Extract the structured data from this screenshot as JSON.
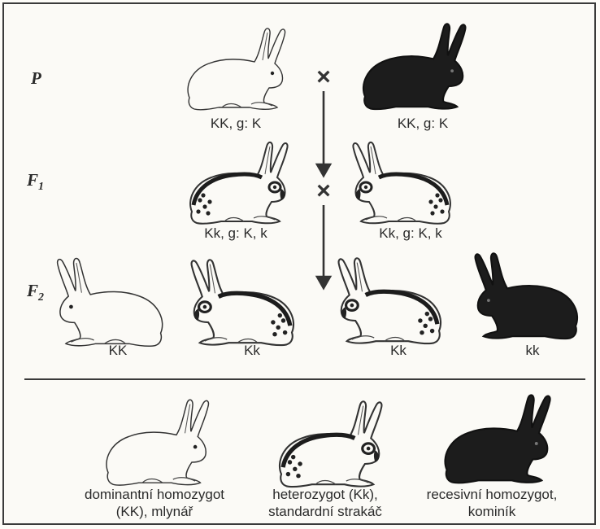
{
  "generations": {
    "p": {
      "letter": "P",
      "sub": ""
    },
    "f1": {
      "letter": "F",
      "sub": "1"
    },
    "f2": {
      "letter": "F",
      "sub": "2"
    }
  },
  "cross_symbol": "×",
  "genotypes": {
    "p_left": "KK, g: K",
    "p_right": "KK, g: K",
    "f1_left": "Kk, g: K, k",
    "f1_right": "Kk, g: K, k",
    "f2_1": "KK",
    "f2_2": "Kk",
    "f2_3": "Kk",
    "f2_4": "kk"
  },
  "legend": {
    "dominant": [
      "dominantní homozygot",
      "(KK), mlynář"
    ],
    "hetero": [
      "heterozygot (Kk),",
      "standardní strakáč"
    ],
    "recessive": [
      "recesivní homozygot,",
      "kominík"
    ]
  },
  "rabbits": [
    {
      "name": "rabbit-white-p",
      "type": "white",
      "dir": "right"
    },
    {
      "name": "rabbit-black-p",
      "type": "black",
      "dir": "right"
    },
    {
      "name": "rabbit-spotted-f1-left",
      "type": "spotted",
      "dir": "right"
    },
    {
      "name": "rabbit-spotted-f1-right",
      "type": "spotted",
      "dir": "left"
    },
    {
      "name": "rabbit-white-f2",
      "type": "white",
      "dir": "left"
    },
    {
      "name": "rabbit-spotted-f2-a",
      "type": "spotted",
      "dir": "left"
    },
    {
      "name": "rabbit-spotted-f2-b",
      "type": "spotted",
      "dir": "left"
    },
    {
      "name": "rabbit-black-f2",
      "type": "black",
      "dir": "left"
    },
    {
      "name": "rabbit-white-legend",
      "type": "white",
      "dir": "right"
    },
    {
      "name": "rabbit-spotted-legend",
      "type": "spotted",
      "dir": "right"
    },
    {
      "name": "rabbit-black-legend",
      "type": "black",
      "dir": "right"
    }
  ]
}
